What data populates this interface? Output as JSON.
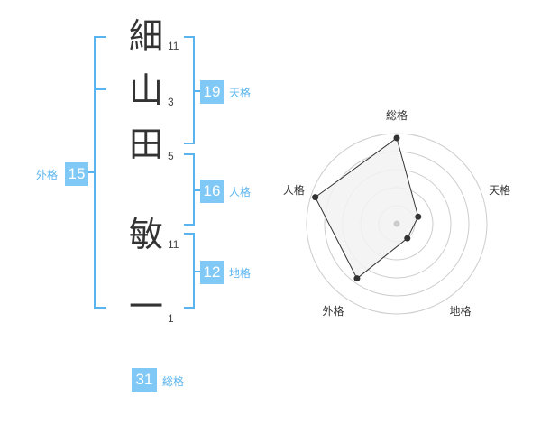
{
  "name": {
    "characters": [
      {
        "char": "細",
        "strokes": "11"
      },
      {
        "char": "山",
        "strokes": "3"
      },
      {
        "char": "田",
        "strokes": "5"
      },
      {
        "char": "敏",
        "strokes": "11"
      },
      {
        "char": "一",
        "strokes": "1"
      }
    ]
  },
  "kakusu": {
    "tenkaku": {
      "value": "19",
      "label": "天格"
    },
    "jinkaku": {
      "value": "16",
      "label": "人格"
    },
    "chikaku": {
      "value": "12",
      "label": "地格"
    },
    "gaikaku": {
      "value": "15",
      "label": "外格"
    },
    "soukaku": {
      "value": "31",
      "label": "総格"
    }
  },
  "chart_data": {
    "type": "radar",
    "axes": [
      "総格",
      "天格",
      "地格",
      "外格",
      "人格"
    ],
    "values": [
      0.95,
      0.25,
      0.2,
      0.75,
      0.95
    ],
    "range": [
      0,
      1
    ],
    "rings": 5,
    "colors": {
      "fill": "#f2f2f2",
      "stroke": "#333333",
      "ring": "#cccccc",
      "point": "#333333",
      "center": "#cccccc"
    }
  }
}
